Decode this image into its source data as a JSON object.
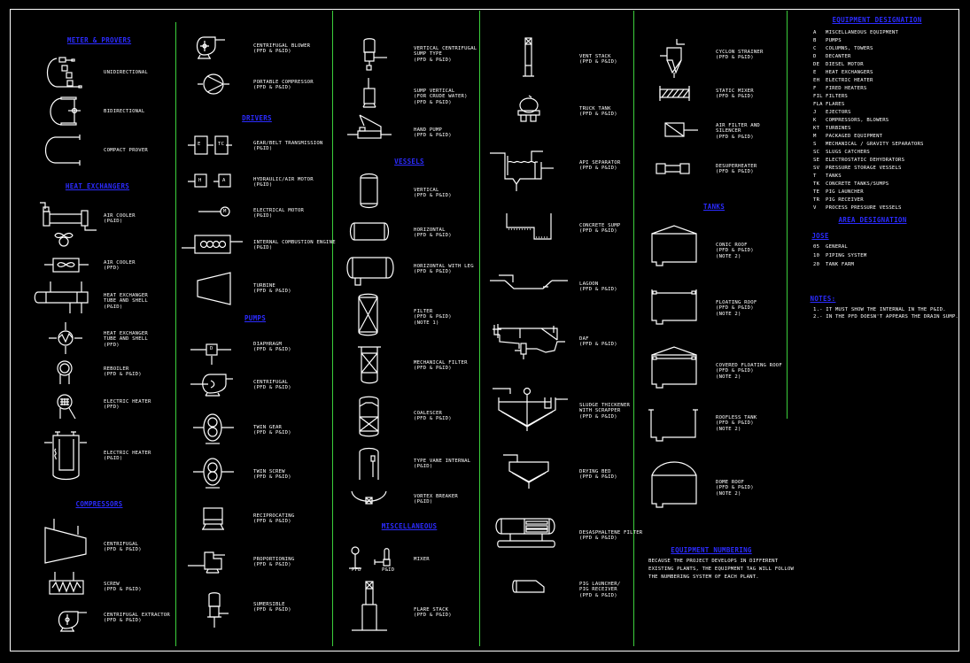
{
  "sheet": {
    "colors": {
      "background": "#000000",
      "header": "#2b2bff",
      "text": "#ffffff",
      "divider": "#3ccf3c"
    }
  },
  "col1": {
    "meter_provers": {
      "title": "METER & PROVERS",
      "items": [
        {
          "label": "UNIDIRECTIONAL"
        },
        {
          "label": "BIDIRECTIONAL"
        },
        {
          "label": "COMPACT PROVER"
        }
      ]
    },
    "heat_exchangers": {
      "title": "HEAT EXCHANGERS",
      "items": [
        {
          "label": "AIR COOLER\n(P&ID)"
        },
        {
          "label": "AIR COOLER\n(PFD)"
        },
        {
          "label": "HEAT EXCHANGER\nTUBE AND SHELL\n(P&ID)"
        },
        {
          "label": "HEAT EXCHANGER\nTUBE AND SHELL\n(PFD)"
        },
        {
          "label": "REBOILER\n(PFD & P&ID)"
        },
        {
          "label": "ELECTRIC HEATER\n(PFD)"
        },
        {
          "label": "ELECTRIC HEATER\n(P&ID)"
        }
      ]
    },
    "compressors": {
      "title": "COMPRESSORS",
      "items": [
        {
          "label": "CENTRIFUGAL\n(PFD & P&ID)"
        },
        {
          "label": "SCREW\n(PFD & P&ID)"
        },
        {
          "label": "CENTRIFUGAL EXTRACTOR\n(PFD & P&ID)"
        }
      ]
    }
  },
  "col2": {
    "compressors_cont": {
      "items": [
        {
          "label": "CENTRIFUGAL BLOWER\n(PFD & P&ID)"
        },
        {
          "label": "PORTABLE COMPRESSOR\n(PFD & P&ID)"
        }
      ]
    },
    "drivers": {
      "title": "DRIVERS",
      "items": [
        {
          "label": "GEAR/BELT TRANSMISSION\n(P&ID)",
          "boxes": [
            "E",
            "TC"
          ]
        },
        {
          "label": "HYDRAULIC/AIR MOTOR\n(P&ID)",
          "boxes": [
            "H",
            "A"
          ]
        },
        {
          "label": "ELECTRICAL MOTOR\n(P&ID)",
          "glyph": "M"
        },
        {
          "label": "INTERNAL COMBUSTION ENGINE\n(P&ID)"
        },
        {
          "label": "TURBINE\n(PFD & P&ID)"
        }
      ]
    },
    "pumps": {
      "title": "PUMPS",
      "items": [
        {
          "label": "DIAPHRAGM\n(PFD & P&ID)",
          "glyph": "D"
        },
        {
          "label": "CENTRIFUGAL\n(PFD & P&ID)"
        },
        {
          "label": "TWIN GEAR\n(PFD & P&ID)"
        },
        {
          "label": "TWIN SCREW\n(PFD & P&ID)"
        },
        {
          "label": "RECIPROCATING\n(PFD & P&ID)"
        },
        {
          "label": "PROPORTIONING\n(PFD & P&ID)"
        },
        {
          "label": "SUMERSIBLE\n(PFD & P&ID)"
        }
      ]
    }
  },
  "col3": {
    "pumps_cont": {
      "items": [
        {
          "label": "VERTICAL CENTRIFUGAL\nSUMP TYPE\n(PFD & P&ID)"
        },
        {
          "label": "SUMP VERTICAL\n(FOR CRUDE WATER)\n(PFD & P&ID)"
        },
        {
          "label": "HAND PUMP\n(PFD & P&ID)"
        }
      ]
    },
    "vessels": {
      "title": "VESSELS",
      "items": [
        {
          "label": "VERTICAL\n(PFD & P&ID)"
        },
        {
          "label": "HORIZONTAL\n(PFD & P&ID)"
        },
        {
          "label": "HORIZONTAL WITH LEG\n(PFD & P&ID)"
        },
        {
          "label": "FILTER\n(PFD & P&ID)\n(NOTE 1)"
        },
        {
          "label": "MECHANICAL FILTER\n(PFD & P&ID)"
        },
        {
          "label": "COALESCER\n(PFD & P&ID)"
        },
        {
          "label": "TYPE VANE INTERNAL\n(P&ID)"
        },
        {
          "label": "VORTEX BREAKER\n(P&ID)"
        }
      ]
    },
    "miscellaneous": {
      "title": "MISCELLANEOUS",
      "items": [
        {
          "label": "MIXER",
          "sublabels": [
            "PFD",
            "P&ID"
          ]
        },
        {
          "label": "FLARE STACK\n(PFD & P&ID)"
        }
      ]
    }
  },
  "col4": {
    "items": [
      {
        "label": "VENT STACK\n(PFD & P&ID)"
      },
      {
        "label": "TRUCK TANK\n(PFD & P&ID)"
      },
      {
        "label": "API SEPARATOR\n(PFD & P&ID)"
      },
      {
        "label": "CONCRETE SUMP\n(PFD & P&ID)"
      },
      {
        "label": "LAGOON\n(PFD & P&ID)"
      },
      {
        "label": "DAF\n(PFD & P&ID)"
      },
      {
        "label": "SLUDGE THICKENER\nWITH SCRAPPER\n(PFD & P&ID)"
      },
      {
        "label": "DRYING BED\n(PFD & P&ID)"
      },
      {
        "label": "DESASPHALTENE FILTER\n(PFD & P&ID)"
      },
      {
        "label": "PIG LAUNCHER/\nPIG RECEIVER\n(PFD & P&ID)"
      }
    ]
  },
  "col5": {
    "misc_cont": {
      "items": [
        {
          "label": "CYCLON STRAINER\n(PFD & P&ID)"
        },
        {
          "label": "STATIC MIXER\n(PFD & P&ID)"
        },
        {
          "label": "AIR FILTER AND\nSILENCER\n(PFD & P&ID)"
        },
        {
          "label": "DESUPERHEATER\n(PFD & P&ID)"
        }
      ]
    },
    "tanks": {
      "title": "TANKS",
      "items": [
        {
          "label": "CONIC ROOF\n(PFD & P&ID)\n(NOTE 2)"
        },
        {
          "label": "FLOATING ROOF\n(PFD & P&ID)\n(NOTE 2)"
        },
        {
          "label": "COVERED FLOATING ROOF\n(PFD & P&ID)\n(NOTE 2)"
        },
        {
          "label": "ROOFLESS TANK\n(PFD & P&ID)\n(NOTE 2)"
        },
        {
          "label": "DOME ROOF\n(PFD & P&ID)\n(NOTE 2)"
        }
      ]
    },
    "equipment_numbering": {
      "title": "EQUIPMENT NUMBERING",
      "text": "BECAUSE THE PROJECT DEVELOPS IN DIFFERENT\nEXISTING PLANTS, THE EQUIPMENT TAG WILL FOLLOW\nTHE NUMBERING SYSTEM OF EACH PLANT."
    }
  },
  "col6": {
    "equipment_designation": {
      "title": "EQUIPMENT DESIGNATION",
      "rows": [
        {
          "code": "A",
          "desc": "MISCELLANEOUS EQUIPMENT"
        },
        {
          "code": "B",
          "desc": "PUMPS"
        },
        {
          "code": "C",
          "desc": "COLUMNS, TOWERS"
        },
        {
          "code": "D",
          "desc": "DECANTER"
        },
        {
          "code": "DE",
          "desc": "DIESEL MOTOR"
        },
        {
          "code": "E",
          "desc": "HEAT EXCHANGERS"
        },
        {
          "code": "EH",
          "desc": "ELECTRIC HEATER"
        },
        {
          "code": "F",
          "desc": "FIRED HEATERS"
        },
        {
          "code": "FIL",
          "desc": "FILTERS"
        },
        {
          "code": "FLA",
          "desc": "FLARES"
        },
        {
          "code": "J",
          "desc": "EJECTORS"
        },
        {
          "code": "K",
          "desc": "COMPRESSORS, BLOWERS"
        },
        {
          "code": "KT",
          "desc": "TURBINES"
        },
        {
          "code": "M",
          "desc": "PACKAGED EQUIPMENT"
        },
        {
          "code": "S",
          "desc": "MECHANICAL / GRAVITY SEPARATORS"
        },
        {
          "code": "SC",
          "desc": "SLUGS CATCHERS"
        },
        {
          "code": "SE",
          "desc": "ELECTROSTATIC DEHYDRATORS"
        },
        {
          "code": "SV",
          "desc": "PRESSURE STORAGE VESSELS"
        },
        {
          "code": "T",
          "desc": "TANKS"
        },
        {
          "code": "TK",
          "desc": "CONCRETE TANKS/SUMPS"
        },
        {
          "code": "TE",
          "desc": "PIG LAUNCHER"
        },
        {
          "code": "TR",
          "desc": "PIG RECEIVER"
        },
        {
          "code": "V",
          "desc": "PROCESS PRESSURE VESSELS"
        }
      ]
    },
    "area_designation": {
      "title": "AREA DESIGNATION",
      "subtitle": "JOSE",
      "rows": [
        {
          "code": "05",
          "desc": "GENERAL"
        },
        {
          "code": "10",
          "desc": "PIPING SYSTEM"
        },
        {
          "code": "20",
          "desc": "TANK FARM"
        }
      ]
    },
    "notes": {
      "title": "NOTES:",
      "items": [
        "1.- IT MUST SHOW THE INTERNAL IN THE P&ID.",
        "2.- IN THE PFD DOESN'T APPEARS THE DRAIN SUMP."
      ]
    }
  }
}
